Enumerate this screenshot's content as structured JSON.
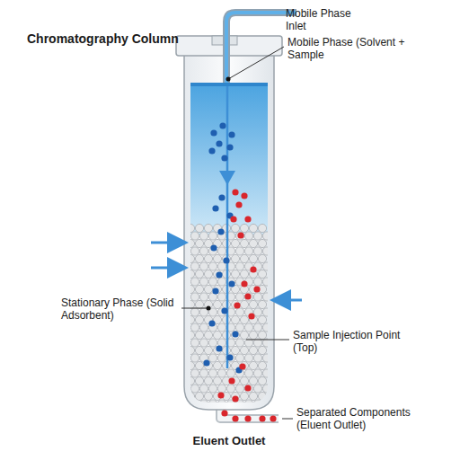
{
  "diagram": {
    "title": "Chromatography Column",
    "labels": [
      "Mobile Phase Inlet",
      "Mobile Phase (Solvent + Sample",
      "Stationary Phase (Solid Adsorbent)",
      "Sample Injection Point (Top)",
      "Separated Components (Eluent Outlet)",
      "Eluent Outlet"
    ]
  }
}
